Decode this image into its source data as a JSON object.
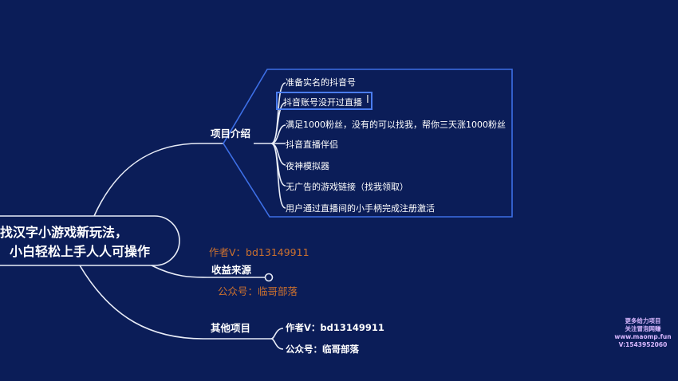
{
  "root": {
    "line1": "找汉字小游戏新玩法，",
    "line2": "小白轻松上手人人可操作"
  },
  "branches": {
    "intro": {
      "label": "项目介绍",
      "children": [
        "准备实名的抖音号",
        "抖音账号没开过直播",
        "满足1000粉丝，没有的可以找我，帮你三天涨1000粉丝",
        "抖音直播伴侣",
        "夜神模拟器",
        "无广告的游戏链接（找我领取）",
        "用户通过直播间的小手柄完成注册激活"
      ]
    },
    "income": {
      "label": "收益来源"
    },
    "other": {
      "label": "其他项目",
      "children": [
        "作者V：bd13149911",
        "公众号：临哥部落"
      ]
    }
  },
  "watermark": {
    "line1": "作者V：bd13149911",
    "line2": "公众号：临哥部落"
  },
  "corner_watermark": [
    "更多给力项目",
    "关注冒泡网赚",
    "www.maomp.fun",
    "V:1543952060"
  ],
  "colors": {
    "background": "#0b1d58",
    "accent": "#4a7cf0",
    "watermark": "#e07a2a"
  }
}
